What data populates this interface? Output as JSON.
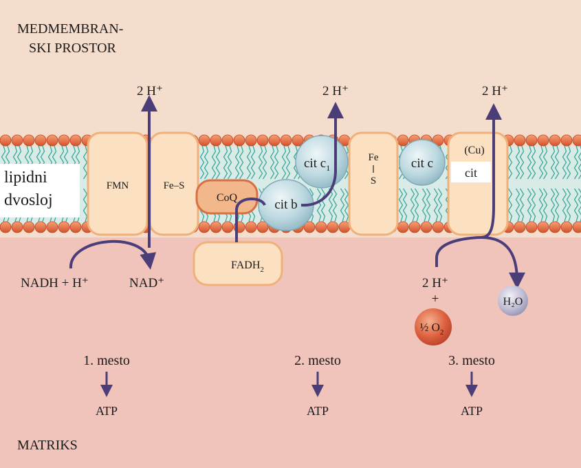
{
  "regions": {
    "intermembrane_line1": "MEDMEMBRAN-",
    "intermembrane_line2": "SKI PROSTOR",
    "matrix": "MATRIKS",
    "bilayer_line1": "lipidni",
    "bilayer_line2": "dvosloj"
  },
  "complexes": {
    "fmn": "FMN",
    "fe_s": "Fe–S",
    "coq": "CoQ",
    "fadh2": "FADH",
    "fadh2_sub": "2",
    "cit_b": "cit b",
    "cit_c1": "cit c",
    "cit_c1_sub": "1",
    "fe": "Fe",
    "s": "S",
    "cit_c": "cit c",
    "cu": "(Cu)",
    "cit": "cit"
  },
  "protons": {
    "pump1": "2 H⁺",
    "pump2": "2 H⁺",
    "pump3": "2 H⁺"
  },
  "reactants": {
    "nadh": "NADH + H⁺",
    "nad": "NAD⁺",
    "h_in": "2 H⁺",
    "plus": "+",
    "half_o2": "½ O",
    "half_o2_sub": "2",
    "h2o": "H₂O"
  },
  "sites": [
    {
      "label": "1. mesto",
      "product": "ATP"
    },
    {
      "label": "2. mesto",
      "product": "ATP"
    },
    {
      "label": "3. mesto",
      "product": "ATP"
    }
  ],
  "colors": {
    "background_top": "#f4ddcd",
    "background_bottom": "#f0c3bb",
    "lipid_head": "#e36f3f",
    "lipid_tail": "#3aa89c",
    "protein": "#fbe0c2",
    "protein_edge": "#f0b07a",
    "cytochrome": "#bcd8e0",
    "arrow": "#4a3d78",
    "o2_sphere": "#d9593a",
    "h2o_sphere": "#b9b6cf"
  }
}
